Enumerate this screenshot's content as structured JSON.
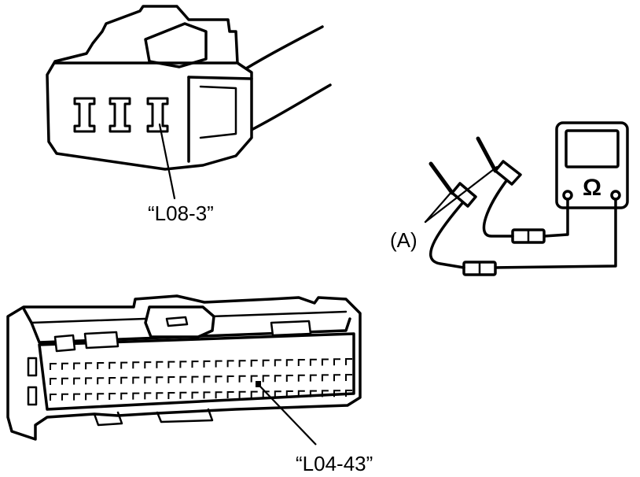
{
  "labels": {
    "connector_small_pin": "“L08-3”",
    "connector_large_pin": "“L04-43”",
    "probe_callout": "(A)"
  },
  "meter": {
    "symbol": "Ω",
    "symbol_name": "ohm-symbol"
  },
  "colors": {
    "line": "#000000",
    "background": "#ffffff"
  }
}
